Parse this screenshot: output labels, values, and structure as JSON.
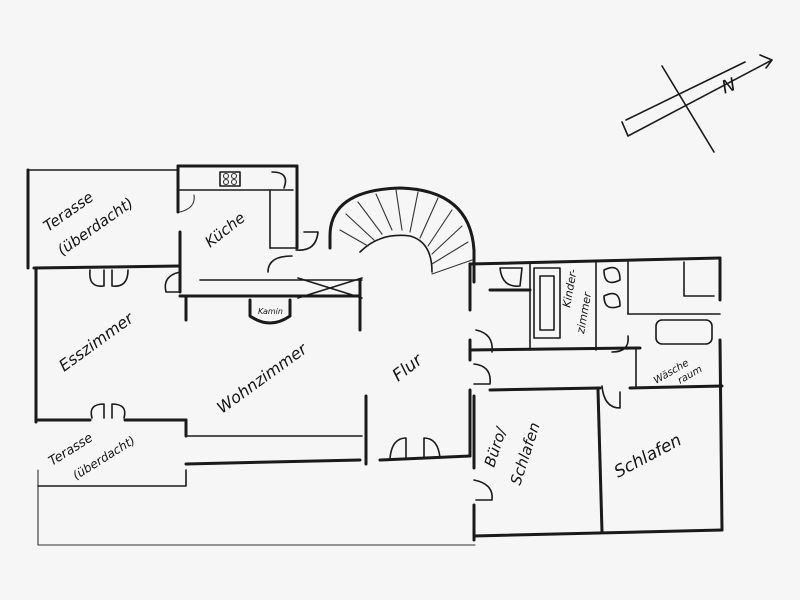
{
  "plan": {
    "compass_letter": "N",
    "rooms": {
      "terasse_top_line1": "Terasse",
      "terasse_top_line2": "(überdacht)",
      "kueche": "Küche",
      "kamin": "Kamin",
      "esszimmer": "Esszimmer",
      "wohnzimmer": "Wohnzimmer",
      "flur": "Flur",
      "terasse_bottom_line1": "Terasse",
      "terasse_bottom_line2": "(überdacht)",
      "kinderzimmer_line1": "Kinder-",
      "kinderzimmer_line2": "zimmer",
      "waeschetrum_line1": "Wäsche",
      "waeschetrum_line2": "raum",
      "buero_line1": "Büro/",
      "buero_line2": "Schlafen",
      "schlafen": "Schlafen"
    },
    "colors": {
      "ink": "#1a1a1a",
      "paper": "#f6f6f6"
    }
  }
}
